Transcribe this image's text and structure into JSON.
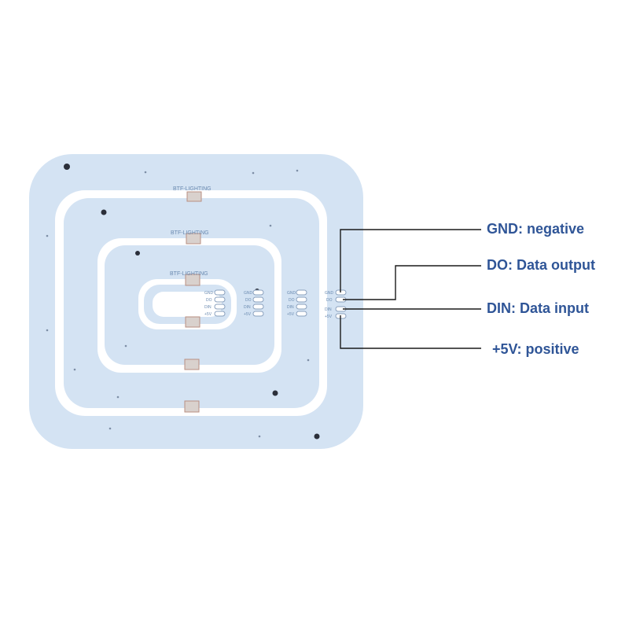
{
  "board": {
    "brand_label": "BTF-LIGHTING",
    "board_color": "#d4e3f3",
    "pad_color": "#c9a89a",
    "pin_labels": [
      "GND",
      "DO",
      "DIN",
      "+5V"
    ]
  },
  "callouts": [
    {
      "id": "gnd",
      "text": "GND: negative"
    },
    {
      "id": "do",
      "text": "DO: Data output"
    },
    {
      "id": "din",
      "text": "DIN: Data input"
    },
    {
      "id": "v5",
      "text": "+5V: positive"
    }
  ],
  "colors": {
    "label_text": "#2f5597",
    "leader_line": "#1a1a1a"
  }
}
